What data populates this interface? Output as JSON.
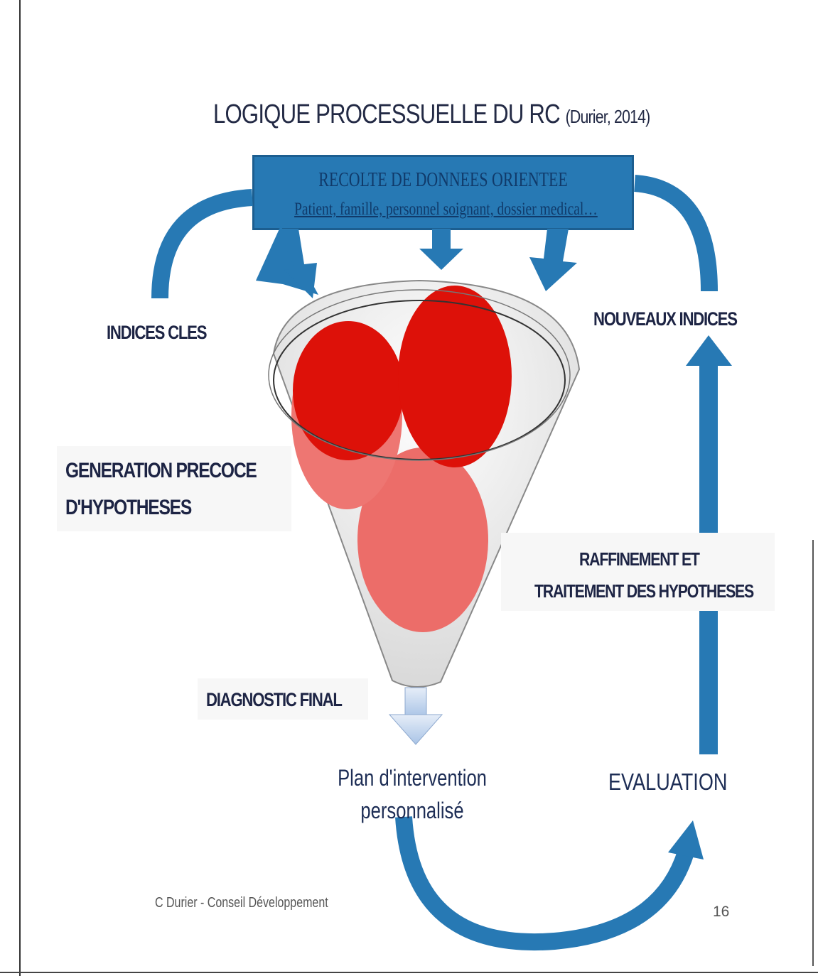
{
  "title": {
    "main": "LOGIQUE PROCESSUELLE DU RC",
    "citation": "(Durier, 2014)"
  },
  "data_collection_box": {
    "line1": "RECOLTE DE DONNEES ORIENTEE",
    "line2": "Patient, famille, personnel soignant, dossier medical…"
  },
  "labels": {
    "key_cues": "INDICES CLES",
    "new_cues": "NOUVEAUX INDICES",
    "early_generation_line1": "GENERATION PRECOCE",
    "early_generation_line2": "D'HYPOTHESES",
    "refinement_line1": "RAFFINEMENT ET",
    "refinement_line2": "TRAITEMENT DES HYPOTHESES",
    "final_diagnosis": "DIAGNOSTIC FINAL",
    "plan_line1": "Plan d'intervention",
    "plan_line2": "personnalisé",
    "evaluation": "EVALUATION"
  },
  "footer": {
    "author": "C Durier - Conseil Développement",
    "page_number": "16"
  },
  "colors": {
    "blue": "#2779b4",
    "dark_red": "#dd1109",
    "light_red": "#ec6d69",
    "text_navy": "#1d2444"
  }
}
